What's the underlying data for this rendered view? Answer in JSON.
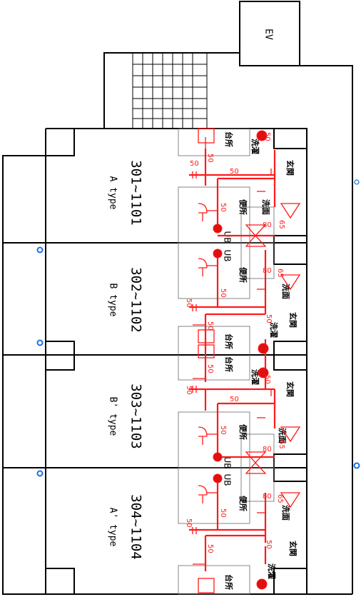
{
  "elevator": {
    "label": "EV"
  },
  "units": [
    {
      "id": "301~1101",
      "type": "A type"
    },
    {
      "id": "302~1102",
      "type": "B type"
    },
    {
      "id": "303~1103",
      "type": "B' type"
    },
    {
      "id": "304~1104",
      "type": "A' type"
    }
  ],
  "rooms": {
    "kitchen": "台所",
    "laundry": "洗濯",
    "entrance": "玄関",
    "toilet": "便所",
    "washbasin": "洗面",
    "unit_bath": "UB"
  },
  "pipe_sizes": {
    "s50": "50",
    "s65": "65",
    "s80": "80"
  },
  "colors": {
    "pipe": "#ff1a1a",
    "wall": "#000000",
    "marker": "#1a6fe0"
  }
}
